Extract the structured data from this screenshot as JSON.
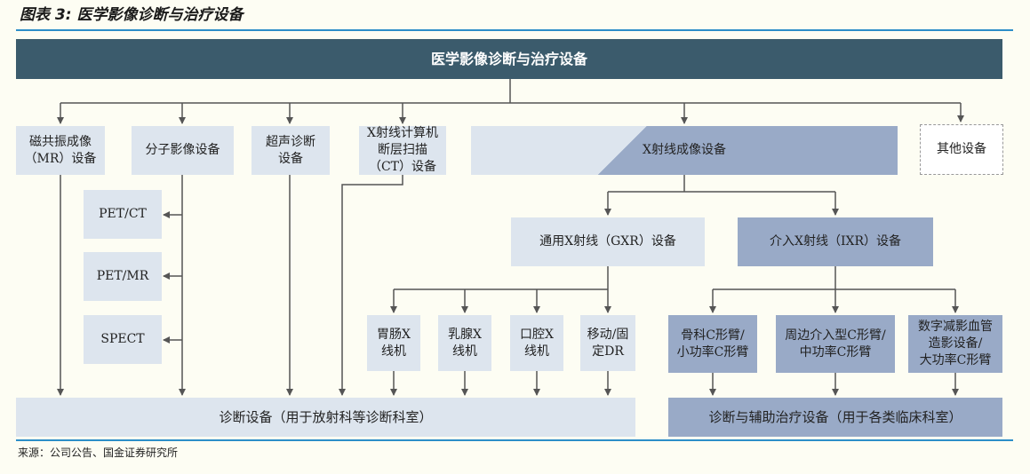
{
  "title": "图表 3: 医学影像诊断与治疗设备",
  "source": "来源：公司公告、国金证券研究所",
  "nodes": {
    "root": "医学影像诊断与治疗设备",
    "mr": "磁共振成像\n（MR）设备",
    "molecular": "分子影像设备",
    "ultrasound": "超声诊断\n设备",
    "ct": "X射线计算机\n断层扫描\n（CT）设备",
    "xray": "X射线成像设备",
    "other": "其他设备",
    "pet_ct": "PET/CT",
    "pet_mr": "PET/MR",
    "spect": "SPECT",
    "gxr": "通用X射线（GXR）设备",
    "ixr": "介入X射线（IXR）设备",
    "gi": "胃肠X\n线机",
    "breast": "乳腺X\n线机",
    "oral": "口腔X\n线机",
    "mobile_dr": "移动/固\n定DR",
    "ortho_c": "骨科C形臂/\n小功率C形臂",
    "peri_c": "周边介入型C形臂/\n中功率C形臂",
    "dsa": "数字减影血管\n造影设备/\n大功率C形臂",
    "diag_bottom": "诊断设备（用于放射科等诊断科室）",
    "treat_bottom": "诊断与辅助治疗设备（用于各类临床科室）"
  },
  "colors": {
    "dark_header": "#3b5b6c",
    "light": "#dde5ee",
    "medium": "#99aac7",
    "rule": "#2c8ec8",
    "arrow": "#555555"
  }
}
